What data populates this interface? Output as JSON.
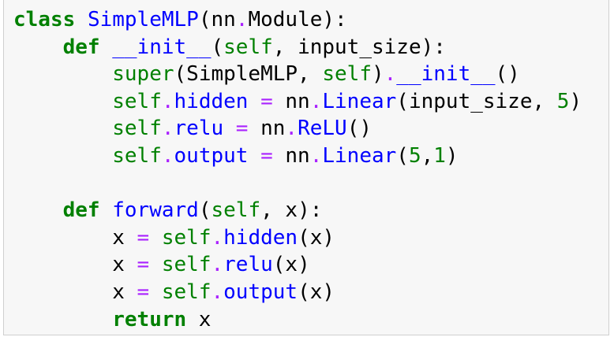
{
  "code_cell": {
    "language": "python",
    "lines": [
      [
        {
          "text": "class",
          "kind": "kw"
        },
        {
          "text": " ",
          "kind": "plain"
        },
        {
          "text": "SimpleMLP",
          "kind": "def"
        },
        {
          "text": "(nn",
          "kind": "plain"
        },
        {
          "text": ".",
          "kind": "op"
        },
        {
          "text": "Module):",
          "kind": "plain"
        }
      ],
      [
        {
          "text": "    ",
          "kind": "plain"
        },
        {
          "text": "def",
          "kind": "kw"
        },
        {
          "text": " ",
          "kind": "plain"
        },
        {
          "text": "__init__",
          "kind": "def"
        },
        {
          "text": "(",
          "kind": "plain"
        },
        {
          "text": "self",
          "kind": "bi"
        },
        {
          "text": ", input_size):",
          "kind": "plain"
        }
      ],
      [
        {
          "text": "        ",
          "kind": "plain"
        },
        {
          "text": "super",
          "kind": "bi"
        },
        {
          "text": "(SimpleMLP, ",
          "kind": "plain"
        },
        {
          "text": "self",
          "kind": "bi"
        },
        {
          "text": ")",
          "kind": "plain"
        },
        {
          "text": ".",
          "kind": "op"
        },
        {
          "text": "__init__",
          "kind": "def"
        },
        {
          "text": "()",
          "kind": "plain"
        }
      ],
      [
        {
          "text": "        ",
          "kind": "plain"
        },
        {
          "text": "self",
          "kind": "bi"
        },
        {
          "text": ".",
          "kind": "op"
        },
        {
          "text": "hidden",
          "kind": "def"
        },
        {
          "text": " ",
          "kind": "plain"
        },
        {
          "text": "=",
          "kind": "op"
        },
        {
          "text": " nn",
          "kind": "plain"
        },
        {
          "text": ".",
          "kind": "op"
        },
        {
          "text": "Linear",
          "kind": "def"
        },
        {
          "text": "(input_size, ",
          "kind": "plain"
        },
        {
          "text": "5",
          "kind": "num"
        },
        {
          "text": ")",
          "kind": "plain"
        }
      ],
      [
        {
          "text": "        ",
          "kind": "plain"
        },
        {
          "text": "self",
          "kind": "bi"
        },
        {
          "text": ".",
          "kind": "op"
        },
        {
          "text": "relu",
          "kind": "def"
        },
        {
          "text": " ",
          "kind": "plain"
        },
        {
          "text": "=",
          "kind": "op"
        },
        {
          "text": " nn",
          "kind": "plain"
        },
        {
          "text": ".",
          "kind": "op"
        },
        {
          "text": "ReLU",
          "kind": "def"
        },
        {
          "text": "()",
          "kind": "plain"
        }
      ],
      [
        {
          "text": "        ",
          "kind": "plain"
        },
        {
          "text": "self",
          "kind": "bi"
        },
        {
          "text": ".",
          "kind": "op"
        },
        {
          "text": "output",
          "kind": "def"
        },
        {
          "text": " ",
          "kind": "plain"
        },
        {
          "text": "=",
          "kind": "op"
        },
        {
          "text": " nn",
          "kind": "plain"
        },
        {
          "text": ".",
          "kind": "op"
        },
        {
          "text": "Linear",
          "kind": "def"
        },
        {
          "text": "(",
          "kind": "plain"
        },
        {
          "text": "5",
          "kind": "num"
        },
        {
          "text": ",",
          "kind": "plain"
        },
        {
          "text": "1",
          "kind": "num"
        },
        {
          "text": ")",
          "kind": "plain"
        }
      ],
      [],
      [
        {
          "text": "    ",
          "kind": "plain"
        },
        {
          "text": "def",
          "kind": "kw"
        },
        {
          "text": " ",
          "kind": "plain"
        },
        {
          "text": "forward",
          "kind": "def"
        },
        {
          "text": "(",
          "kind": "plain"
        },
        {
          "text": "self",
          "kind": "bi"
        },
        {
          "text": ", x):",
          "kind": "plain"
        }
      ],
      [
        {
          "text": "        x ",
          "kind": "plain"
        },
        {
          "text": "=",
          "kind": "op"
        },
        {
          "text": " ",
          "kind": "plain"
        },
        {
          "text": "self",
          "kind": "bi"
        },
        {
          "text": ".",
          "kind": "op"
        },
        {
          "text": "hidden",
          "kind": "def"
        },
        {
          "text": "(x)",
          "kind": "plain"
        }
      ],
      [
        {
          "text": "        x ",
          "kind": "plain"
        },
        {
          "text": "=",
          "kind": "op"
        },
        {
          "text": " ",
          "kind": "plain"
        },
        {
          "text": "self",
          "kind": "bi"
        },
        {
          "text": ".",
          "kind": "op"
        },
        {
          "text": "relu",
          "kind": "def"
        },
        {
          "text": "(x)",
          "kind": "plain"
        }
      ],
      [
        {
          "text": "        x ",
          "kind": "plain"
        },
        {
          "text": "=",
          "kind": "op"
        },
        {
          "text": " ",
          "kind": "plain"
        },
        {
          "text": "self",
          "kind": "bi"
        },
        {
          "text": ".",
          "kind": "op"
        },
        {
          "text": "output",
          "kind": "def"
        },
        {
          "text": "(x)",
          "kind": "plain"
        }
      ],
      [
        {
          "text": "        ",
          "kind": "plain"
        },
        {
          "text": "return",
          "kind": "kw"
        },
        {
          "text": " x",
          "kind": "plain"
        }
      ]
    ]
  },
  "colors": {
    "background": "#f7f7f7",
    "border": "#cfcfcf",
    "keyword": "#008000",
    "definition": "#0000ff",
    "builtin": "#008000",
    "operator": "#aa22ff",
    "number": "#008000",
    "plain": "#000000"
  }
}
